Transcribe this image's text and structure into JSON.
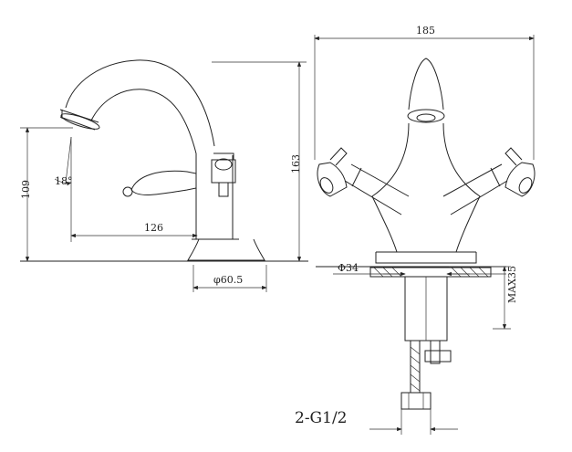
{
  "dimensions": {
    "width_top": "185",
    "height_left": "109",
    "height_right": "163",
    "angle": "18°",
    "reach": "126",
    "base_diameter": "φ60.5",
    "hole_diameter": "Φ34",
    "max_thickness": "MAX35",
    "thread": "2-G1/2"
  },
  "colors": {
    "line": "#222222",
    "background": "#ffffff"
  }
}
